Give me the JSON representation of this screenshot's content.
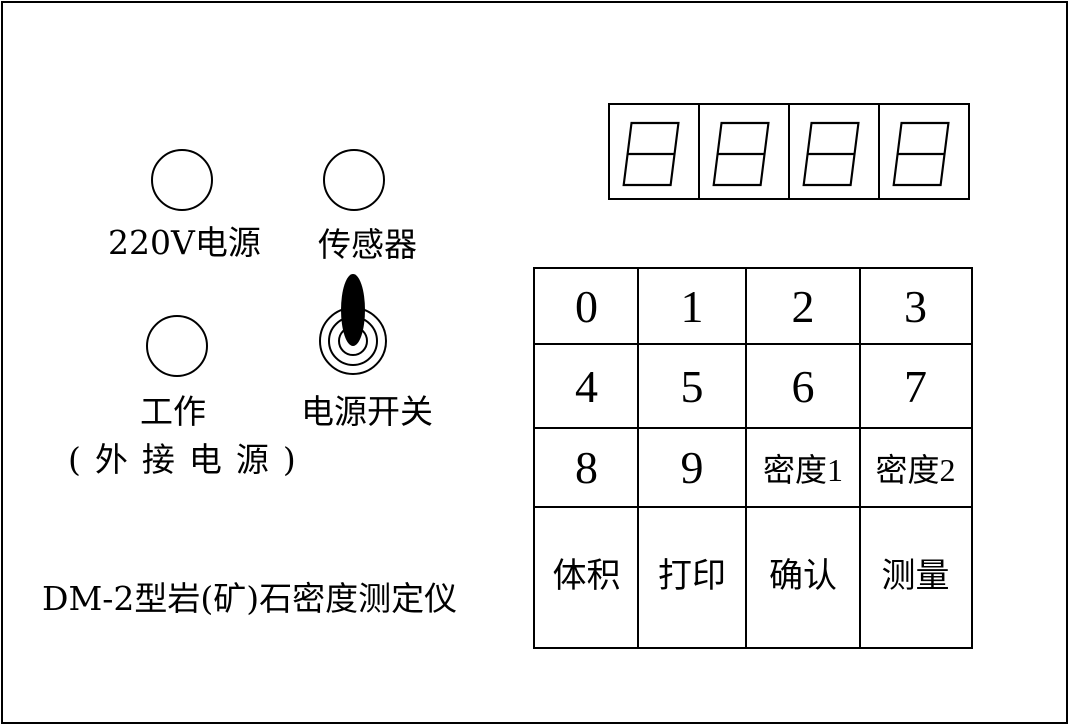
{
  "panel": {
    "title": "DM-2型岩(矿)石密度测定仪"
  },
  "indicators": {
    "power_220v_label": "220V电源",
    "sensor_label": "传感器",
    "work_label": "工作",
    "external_power_label": "(外接电源)",
    "power_switch_label": "电源开关"
  },
  "display": {
    "digits": [
      "8",
      "8",
      "8",
      "8"
    ]
  },
  "keypad": {
    "keys": [
      "0",
      "1",
      "2",
      "3",
      "4",
      "5",
      "6",
      "7",
      "8",
      "9",
      "密度1",
      "密度2",
      "体积",
      "打印",
      "确认",
      "测量"
    ]
  }
}
